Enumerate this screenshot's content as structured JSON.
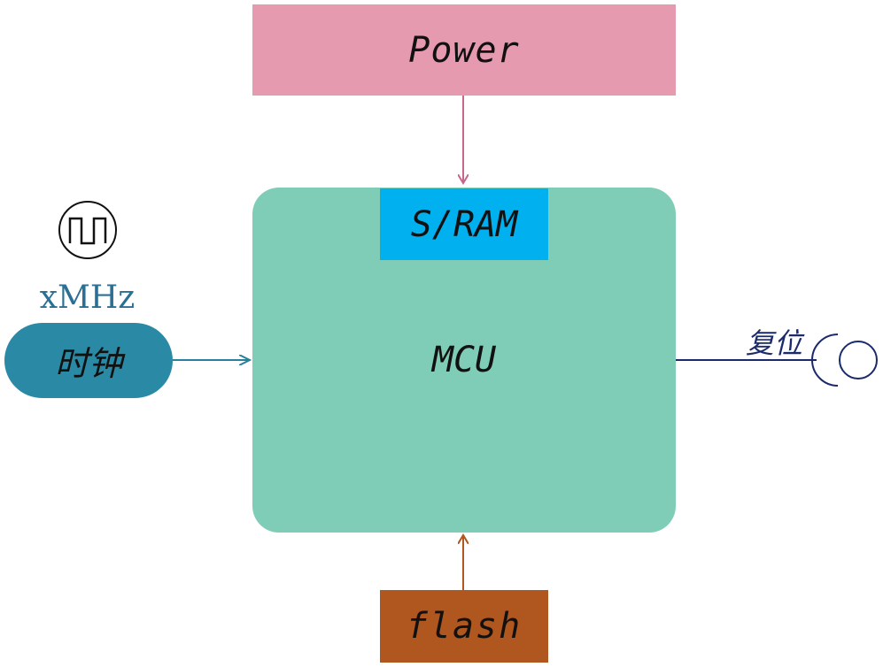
{
  "blocks": {
    "power": {
      "label": "Power",
      "color": "#e59ab0"
    },
    "mcu": {
      "label": "MCU",
      "color": "#80cdb7"
    },
    "sram": {
      "label": "S/RAM",
      "color": "#00b0ef"
    },
    "flash": {
      "label": "flash",
      "color": "#b0561f"
    },
    "clock": {
      "label": "时钟",
      "color": "#2a8aa6"
    }
  },
  "clock_frequency": "xMHz",
  "reset_label": "复位",
  "icons": {
    "clock_source": "square-wave-icon",
    "reset": "reset-button-icon"
  },
  "wire_colors": {
    "power": "#c8668c",
    "clock": "#2a7f9c",
    "flash": "#b0561f",
    "reset": "#1b2a6b",
    "freq_text": "#2a6f94"
  }
}
